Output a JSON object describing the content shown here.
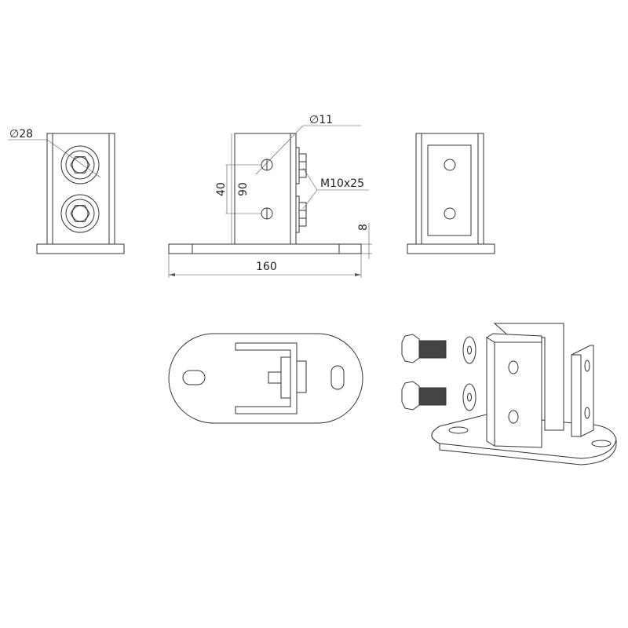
{
  "title": "Post base bracket technical drawing",
  "dimensions": {
    "washer_diameter": "∅28",
    "hole_diameter": "∅11",
    "hole_spacing": "40",
    "upright_height": "90",
    "bolt_spec": "M10x25",
    "plate_thickness": "8",
    "plate_length": "160"
  }
}
